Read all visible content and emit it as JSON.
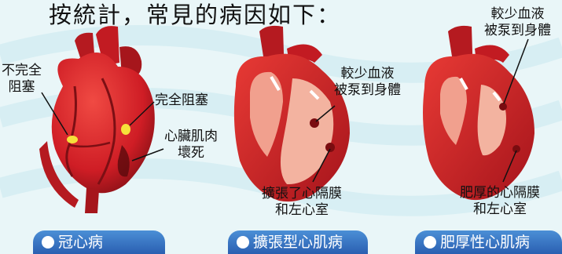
{
  "title": "按統計，常見的病因如下：",
  "panels": [
    {
      "caption": "冠心病",
      "labels": {
        "partial_block_line1": "不完全",
        "partial_block_line2": "阻塞",
        "complete_block": "完全阻塞",
        "necrosis_line1": "心臟肌肉",
        "necrosis_line2": "壞死"
      }
    },
    {
      "caption": "擴張型心肌病",
      "labels": {
        "less_blood_line1": "較少血液",
        "less_blood_line2": "被泵到身體",
        "dilated_line1": "擴張了心隔膜",
        "dilated_line2": "和左心室"
      }
    },
    {
      "caption": "肥厚性心肌病",
      "labels": {
        "less_blood_line1": "較少血液",
        "less_blood_line2": "被泵到身體",
        "thick_line1": "肥厚的心隔膜",
        "thick_line2": "和左心室"
      }
    }
  ],
  "colors": {
    "background": "#e9f6f8",
    "heart_red": "#d8222a",
    "heart_dark": "#8c1117",
    "badge_blue": "#3a78c9"
  }
}
